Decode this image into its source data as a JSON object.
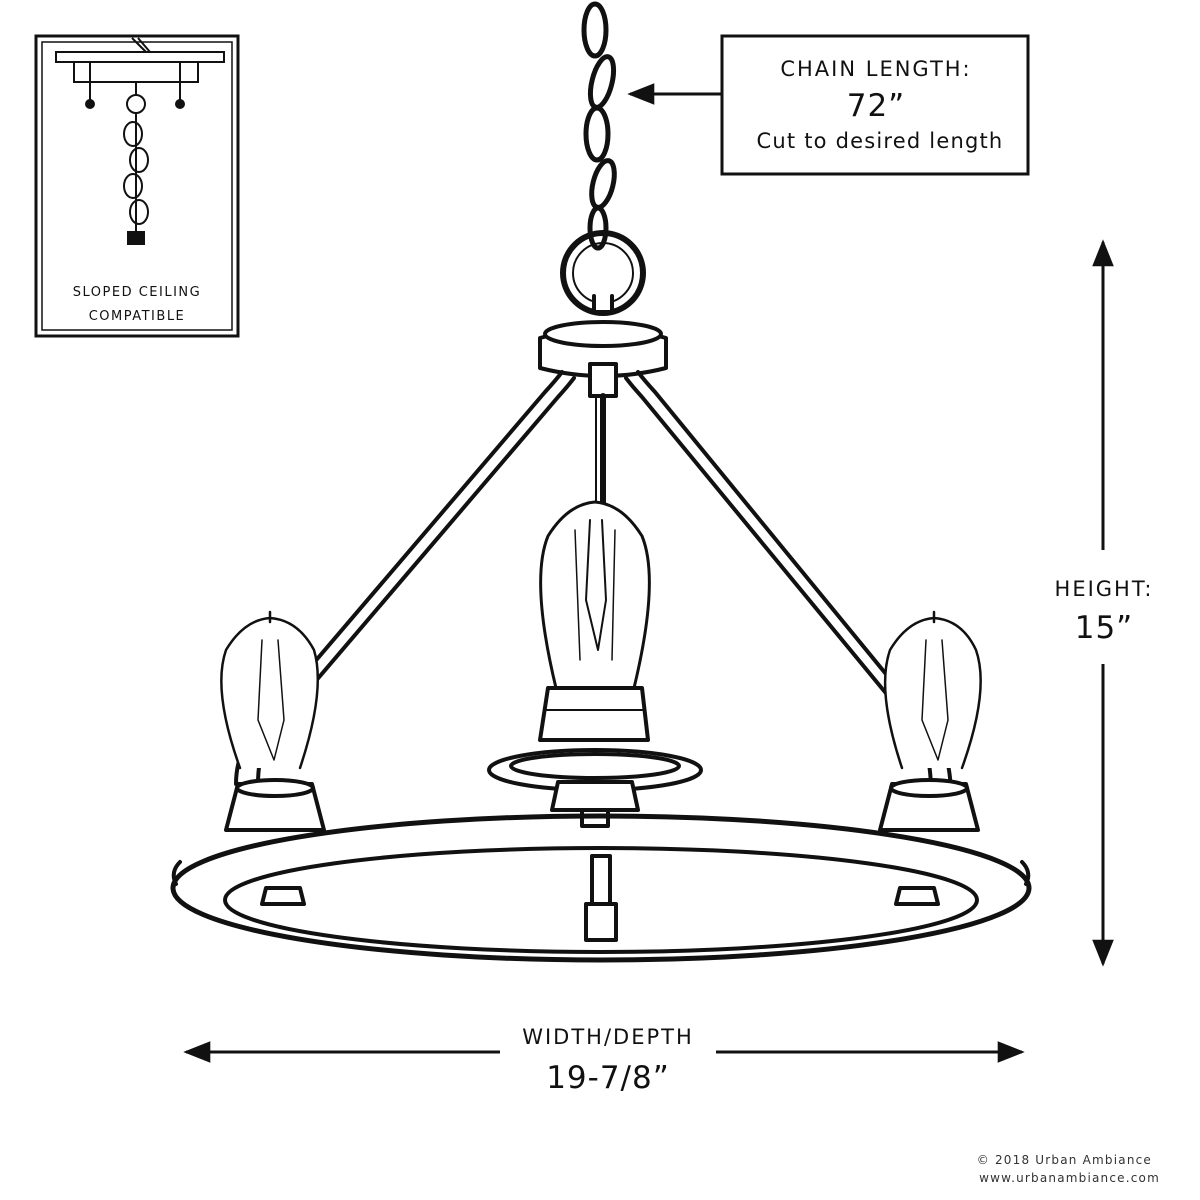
{
  "sloped_ceiling_box": {
    "line1": "SLOPED CEILING",
    "line2": "COMPATIBLE"
  },
  "chain_length": {
    "label": "CHAIN LENGTH:",
    "value": "72”",
    "note": "Cut to desired length"
  },
  "height": {
    "label": "HEIGHT:",
    "value": "15”"
  },
  "width_depth": {
    "label": "WIDTH/DEPTH",
    "value": "19-7/8”"
  },
  "footer": {
    "copyright": "© 2018 Urban Ambiance",
    "website": "www.urbanambiance.com"
  },
  "colors": {
    "ink": "#111111",
    "background": "#ffffff"
  }
}
